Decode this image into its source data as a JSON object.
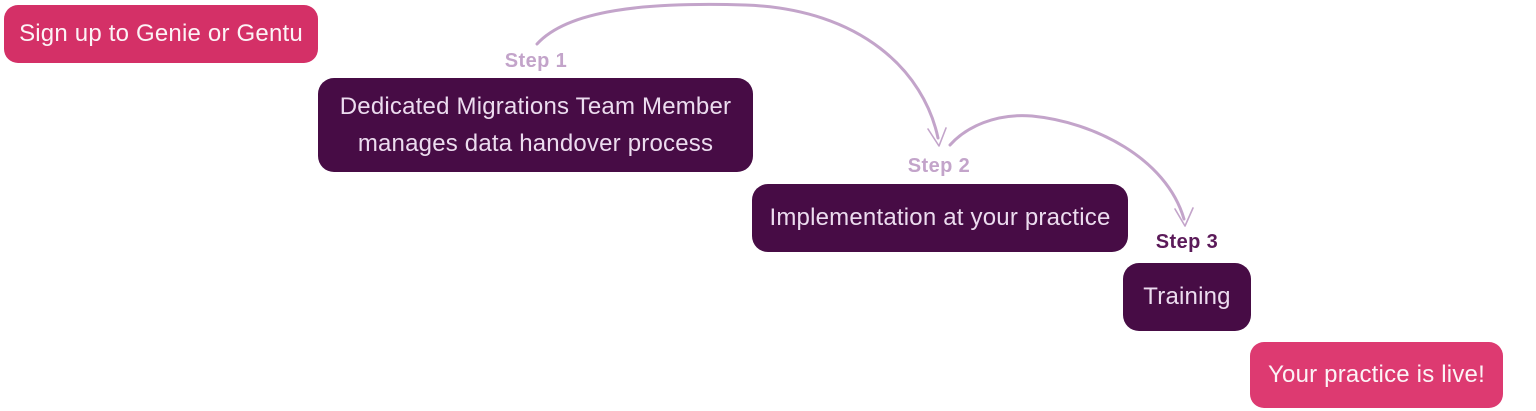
{
  "diagram": {
    "nodes": {
      "signup": {
        "label": "Sign up to Genie or Gentu"
      },
      "step1": {
        "badge": "Step 1",
        "lines": [
          "Dedicated Migrations Team Member",
          "manages data handover process"
        ]
      },
      "step2": {
        "badge": "Step 2",
        "label": "Implementation at your practice"
      },
      "step3": {
        "badge": "Step 3",
        "label": "Training"
      },
      "live": {
        "label": "Your practice is live!"
      }
    },
    "arrows": [
      {
        "name": "arrow-step1-to-step2",
        "from": "step1",
        "to": "step2"
      },
      {
        "name": "arrow-step2-to-step3",
        "from": "step2",
        "to": "step3"
      }
    ]
  },
  "colors": {
    "pink_start_box": "#d43067",
    "pink_end_box": "#dd3a71",
    "purple_box": "#470c45",
    "purple_box_text": "#ecdcef",
    "pink_box_text": "#fcf3f6",
    "step_label_light": "#c3a4ca",
    "step_label_dark": "#5b1a59",
    "arrow": "#c3a4ca",
    "background": "#ffffff"
  }
}
